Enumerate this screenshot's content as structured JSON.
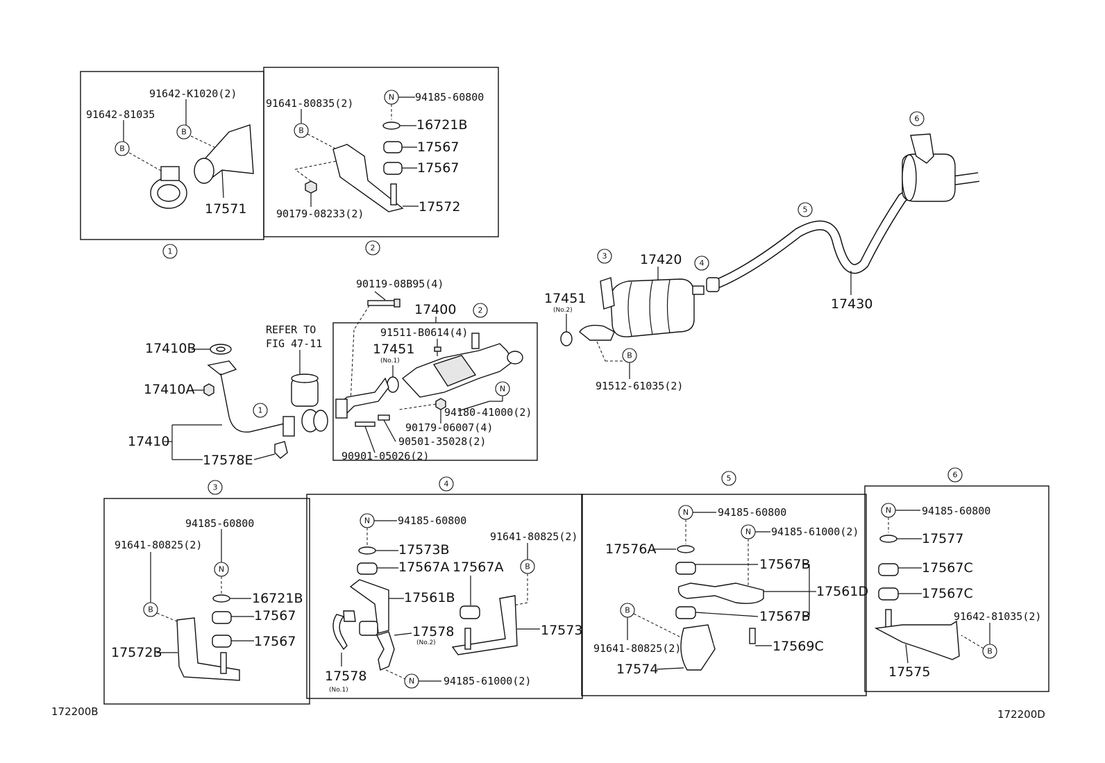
{
  "diagram_code_left": "172200B",
  "diagram_code_right": "172200D",
  "panel_1": {
    "number": "1",
    "parts": [
      "91642-K1020(2)",
      "91642-81035",
      "17571"
    ],
    "markers": [
      "B",
      "B"
    ]
  },
  "panel_2": {
    "number": "2",
    "parts": [
      "91641-80835(2)",
      "94185-60800",
      "16721B",
      "17567",
      "17567",
      "90179-08233(2)",
      "17572"
    ],
    "markers": [
      "B",
      "N"
    ]
  },
  "main": {
    "refer": [
      "REFER TO",
      "FIG 47-11"
    ],
    "front_pipe": [
      "17410B",
      "17410A",
      "17410",
      "17578E"
    ],
    "catalyst": {
      "title": "17400",
      "parts": [
        "90119-08B95(4)",
        "91511-B0614(4)",
        "17451",
        "(No.1)",
        "94180-41000(2)",
        "90179-06007(4)",
        "90501-35028(2)",
        "90901-05026(2)"
      ]
    },
    "muffler": [
      "17420",
      "17451",
      "(No.2)",
      "91512-61035(2)"
    ],
    "tail_pipe": "17430",
    "callouts": [
      "1",
      "2",
      "3",
      "4",
      "5",
      "6"
    ]
  },
  "panel_3": {
    "number": "3",
    "parts": [
      "94185-60800",
      "91641-80825(2)",
      "16721B",
      "17567",
      "17567",
      "17572B"
    ]
  },
  "panel_4": {
    "number": "4",
    "parts": [
      "94185-60800",
      "17573B",
      "17567A",
      "17567A",
      "91641-80825(2)",
      "17561B",
      "17578",
      "(No.2)",
      "17573",
      "17578",
      "(No.1)",
      "94185-61000(2)"
    ]
  },
  "panel_5": {
    "number": "5",
    "parts": [
      "94185-60800",
      "94185-61000(2)",
      "17576A",
      "17567B",
      "17561D",
      "17567B",
      "91641-80825(2)",
      "17569C",
      "17574"
    ]
  },
  "panel_6": {
    "number": "6",
    "parts": [
      "94185-60800",
      "17577",
      "17567C",
      "17567C",
      "91642-81035(2)",
      "17575"
    ]
  }
}
